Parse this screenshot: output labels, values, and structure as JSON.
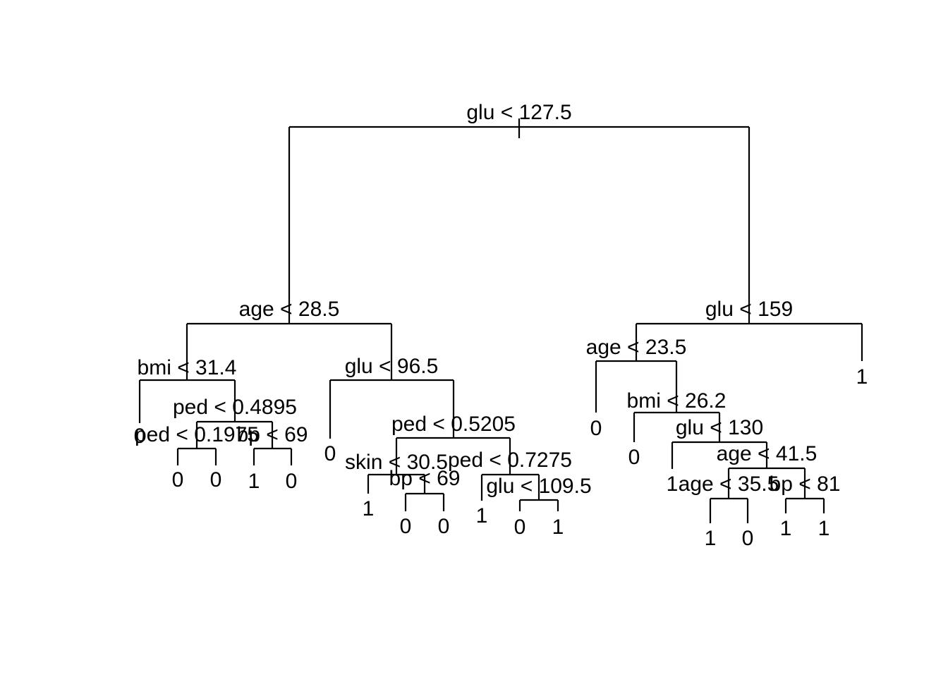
{
  "tree": {
    "root_split": "glu < 127.5",
    "left": {
      "split": "age < 28.5",
      "left": {
        "split": "bmi < 31.4",
        "left_leaf": "0",
        "right": {
          "split": "ped < 0.4895",
          "left": {
            "split": "ped < 0.1975",
            "leaves": [
              "0",
              "0"
            ]
          },
          "right": {
            "split": "bp < 69",
            "leaves": [
              "1",
              "0"
            ]
          }
        }
      },
      "right": {
        "split": "glu < 96.5",
        "left_leaf": "0",
        "right": {
          "split": "ped < 0.5205",
          "left": {
            "split": "skin < 30.5",
            "left_leaf": "1",
            "right": {
              "split": "bp < 69",
              "leaves": [
                "0",
                "0"
              ]
            }
          },
          "right": {
            "split": "ped < 0.7275",
            "left_leaf": "1",
            "right": {
              "split": "glu < 109.5",
              "leaves": [
                "0",
                "1"
              ]
            }
          }
        }
      }
    },
    "right": {
      "split": "glu < 159",
      "right_leaf": "1",
      "left": {
        "split": "age < 23.5",
        "left_leaf": "0",
        "right": {
          "split": "bmi < 26.2",
          "left_leaf": "0",
          "right": {
            "split": "glu < 130",
            "left_leaf": "1",
            "right": {
              "split": "age < 41.5",
              "left": {
                "split": "age < 35.5",
                "leaves": [
                  "1",
                  "0"
                ]
              },
              "right": {
                "split": "bp < 81",
                "leaves": [
                  "1",
                  "1"
                ]
              }
            }
          }
        }
      }
    }
  }
}
